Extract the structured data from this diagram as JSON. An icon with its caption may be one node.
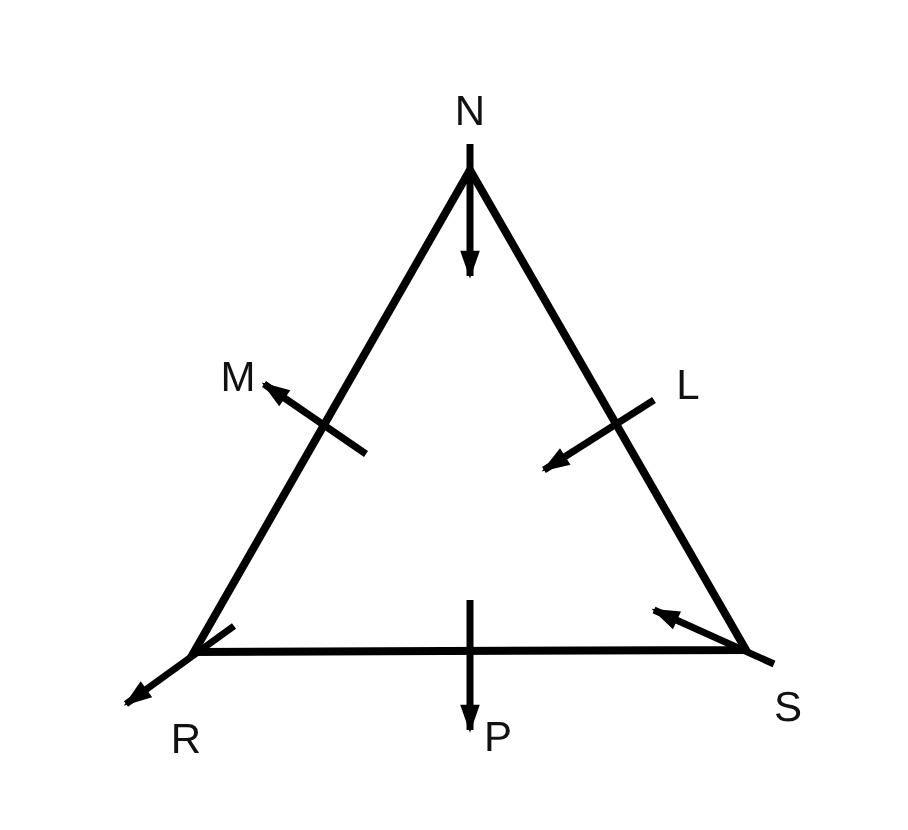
{
  "diagram": {
    "labels": [
      "N",
      "M",
      "L",
      "R",
      "P",
      "S"
    ]
  }
}
